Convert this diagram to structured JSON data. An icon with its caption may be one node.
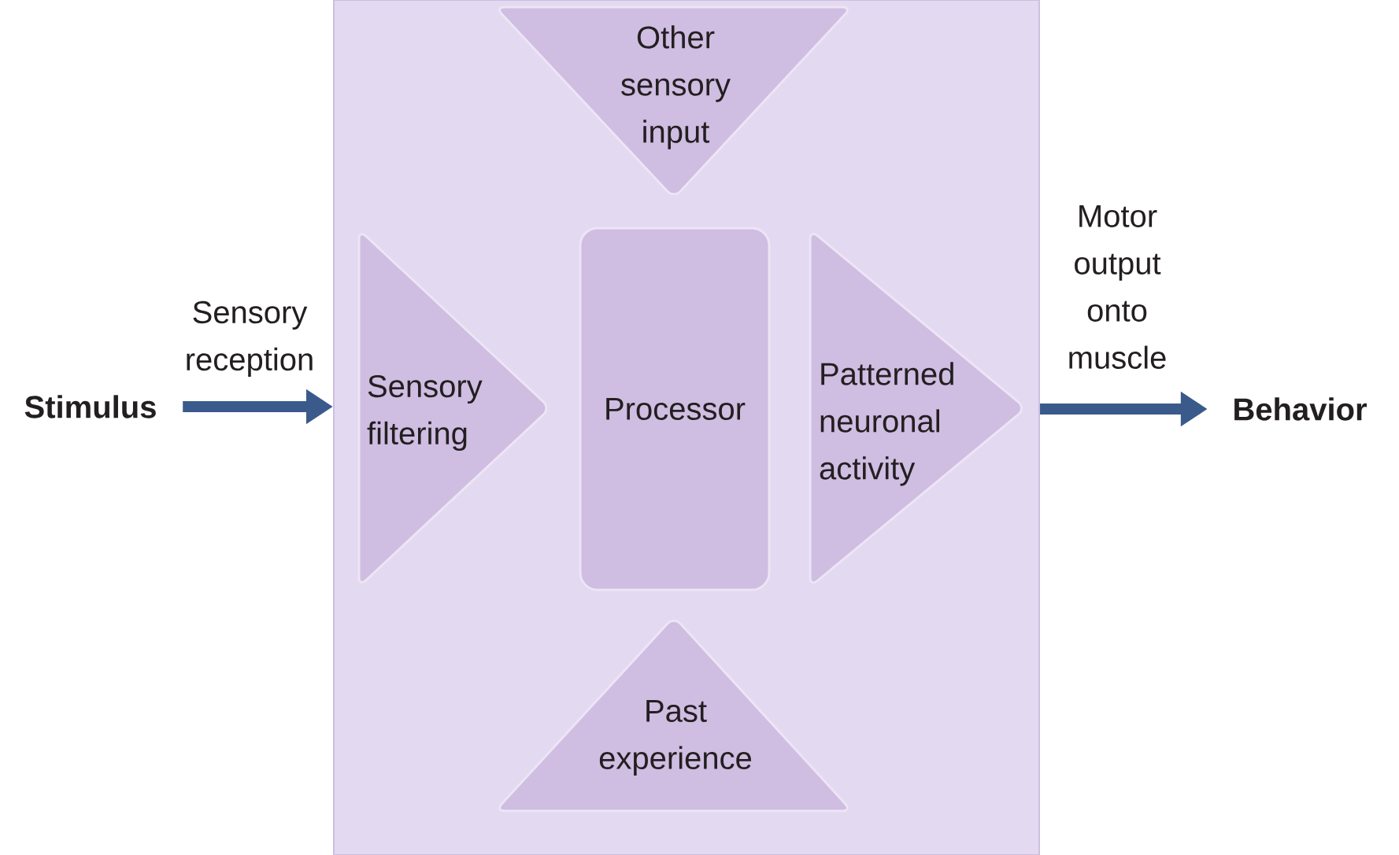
{
  "diagram": {
    "nodes": [
      {
        "text": [],
        "shape": "box"
      },
      {
        "text": [
          "Stimulus"
        ]
      },
      {
        "text": [
          "Other sensory input"
        ],
        "in": 0
      },
      {
        "text": [
          "Sensory filtering"
        ],
        "in": 0
      },
      {
        "text": [
          "Processor"
        ],
        "in": 0
      },
      {
        "text": [
          "Patterned neuronal activity"
        ],
        "in": 0
      },
      {
        "text": [
          "Past experience"
        ],
        "in": 0
      },
      {
        "text": [
          "Behavior"
        ]
      }
    ],
    "edges": [
      {
        "from": 1,
        "to": 0,
        "arrow": "to",
        "label": "Sensory reception"
      },
      {
        "from": 0,
        "to": 7,
        "arrow": "to",
        "label": "Motor output onto muscle"
      }
    ]
  }
}
